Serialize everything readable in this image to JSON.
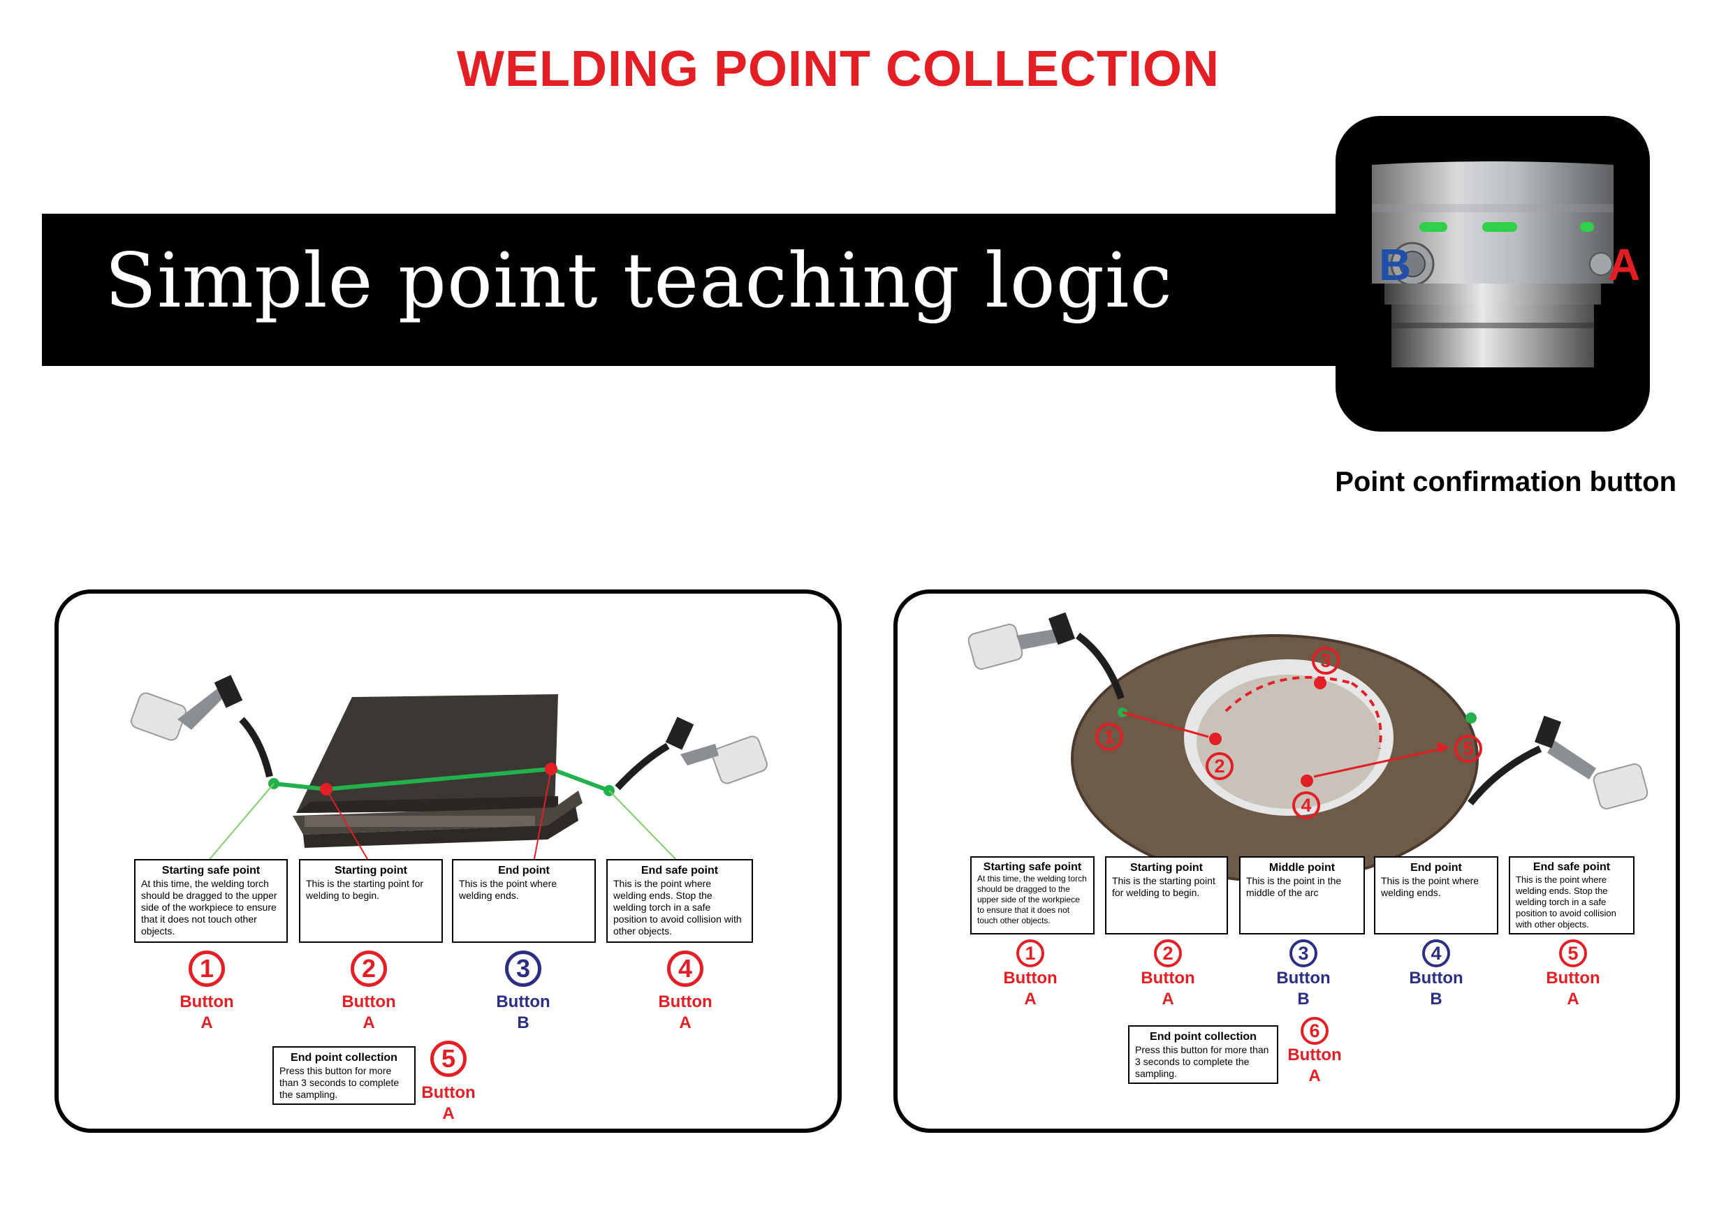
{
  "title": "WELDING POINT COLLECTION",
  "banner": "Simple point teaching logic",
  "device": {
    "label_b": "B",
    "label_a": "A",
    "caption": "Point confirmation button"
  },
  "colors": {
    "red": "#e31e24",
    "blue": "#2b2e83",
    "green": "#22b14c",
    "black": "#000000"
  },
  "left_panel": {
    "boxes": [
      {
        "title": "Starting safe point",
        "text": "At this time, the welding torch should be dragged to the upper side of the workpiece to ensure that it does not touch other objects."
      },
      {
        "title": "Starting point",
        "text": "This  is the starting point for welding to begin."
      },
      {
        "title": "End point",
        "text": "This is the point where welding ends."
      },
      {
        "title": "End safe point",
        "text": "This is the point where welding ends. Stop the welding torch in a safe position to avoid collision with other objects."
      }
    ],
    "steps": [
      {
        "num": "1",
        "label": "Button",
        "btn": "A",
        "color": "red"
      },
      {
        "num": "2",
        "label": "Button",
        "btn": "A",
        "color": "red"
      },
      {
        "num": "3",
        "label": "Button",
        "btn": "B",
        "color": "blue"
      },
      {
        "num": "4",
        "label": "Button",
        "btn": "A",
        "color": "red"
      }
    ],
    "end_box": {
      "title": "End point collection",
      "text": "Press this button for more than 3 seconds to complete the sampling."
    },
    "end_step": {
      "num": "5",
      "label": "Button",
      "btn": "A",
      "color": "red"
    }
  },
  "right_panel": {
    "boxes": [
      {
        "title": "Starting safe point",
        "text": "At this time, the welding torch should be dragged to the upper side of the workpiece to ensure that it does not touch other objects."
      },
      {
        "title": "Starting point",
        "text": "This  is the starting point for welding to begin."
      },
      {
        "title": "Middle point",
        "text": "This is the point in the middle of the arc"
      },
      {
        "title": "End point",
        "text": "This is the point where welding ends."
      },
      {
        "title": "End safe point",
        "text": "This is the point where welding ends. Stop the welding torch in a safe position to avoid collision with other objects."
      }
    ],
    "steps": [
      {
        "num": "1",
        "label": "Button",
        "btn": "A",
        "color": "red"
      },
      {
        "num": "2",
        "label": "Button",
        "btn": "A",
        "color": "red"
      },
      {
        "num": "3",
        "label": "Button",
        "btn": "B",
        "color": "blue"
      },
      {
        "num": "4",
        "label": "Button",
        "btn": "B",
        "color": "blue"
      },
      {
        "num": "5",
        "label": "Button",
        "btn": "A",
        "color": "red"
      }
    ],
    "end_box": {
      "title": "End point collection",
      "text": "Press this button for more than 3 seconds to complete the sampling."
    },
    "end_step": {
      "num": "6",
      "label": "Button",
      "btn": "A",
      "color": "red"
    },
    "diagram_markers": [
      "1",
      "2",
      "3",
      "4",
      "5"
    ]
  }
}
